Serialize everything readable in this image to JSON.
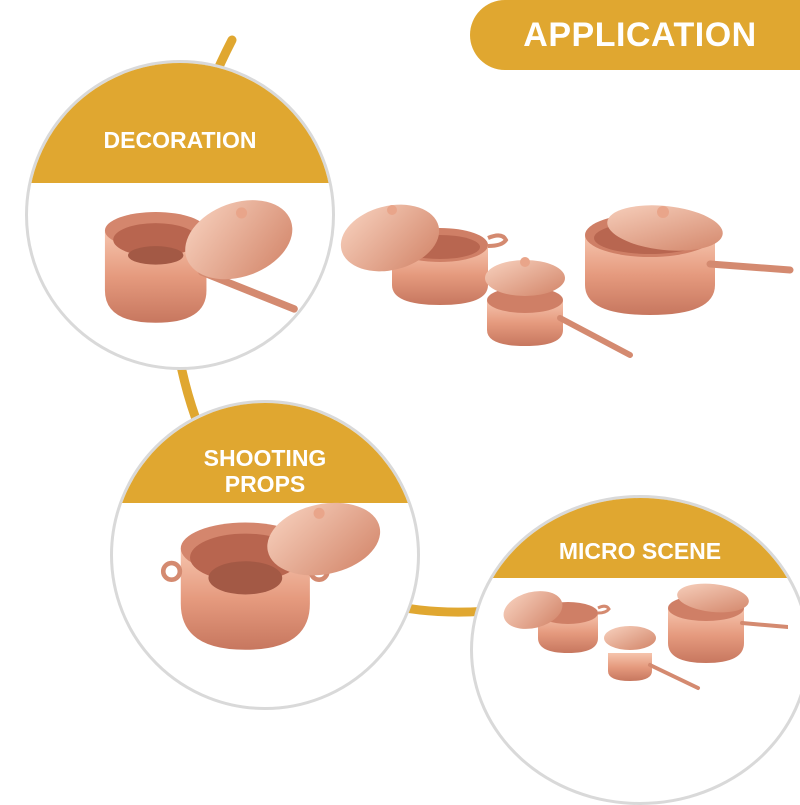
{
  "banner": {
    "label": "APPLICATION"
  },
  "circles": [
    {
      "label": "DECORATION"
    },
    {
      "label_line1": "SHOOTING",
      "label_line2": "PROPS"
    },
    {
      "label": "MICRO SCENE"
    }
  ],
  "colors": {
    "accent": "#e0a730",
    "copper": "#e9a58a",
    "copper_dark": "#c0735c",
    "border": "#d9d9d9"
  }
}
